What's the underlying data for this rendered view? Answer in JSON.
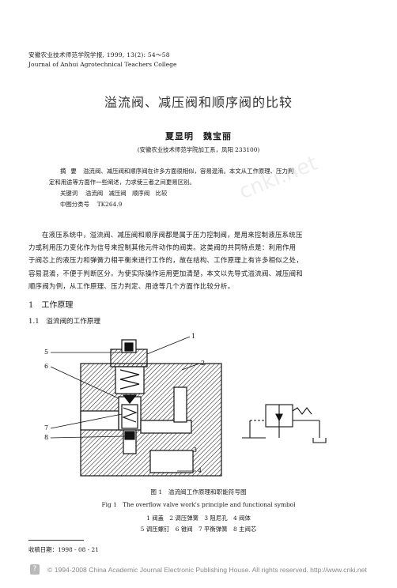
{
  "header": {
    "journal_cn": "安徽农业技术师范学院学报, 1999, 13(2): 54～58",
    "journal_en": "Journal of Anhui Agrotechnical Teachers College"
  },
  "title": "溢流阀、减压阀和顺序阀的比较",
  "authors": "夏显明　魏宝丽",
  "affiliation": "(安徽农业技术师范学院加工系，凤阳 233100)",
  "abstract": {
    "label": "摘要",
    "text_line1": "溢流阀、减压阀和顺序阀在许多方面很相似，容易混淆。本文从工作原理、压力判",
    "text_line2": "定和用途等方面作一些阐述，力求使三者之间更易区别。",
    "keywords_label": "关键词",
    "keywords": "溢流阀　减压阀　顺序阀　比较",
    "clc_label": "中图分类号",
    "clc": "TK264.9"
  },
  "body": [
    "在液压系统中，溢流阀、减压阀和顺序阀都是属于压力控制阀，是用来控制液压系统压",
    "力或利用压力变化作为信号来控制其他元件动作的阀类。这类阀的共同特点是：利用作用",
    "于阀芯上的液压力和弹簧力相平衡来进行工作的，故在结构、工作原理上有许多相似之处，",
    "容易混淆，不便于判断区分。为使实际操作运用更加清楚，本文以先导式溢流阀、减压阀和",
    "顺序阀为例，从工作原理、压力判定、用途等几个方面作比较分析。"
  ],
  "section1": "1　工作原理",
  "section11": "1.1　溢流阀的工作原理",
  "figure_labels": [
    "1",
    "2",
    "3",
    "4",
    "5",
    "6",
    "7",
    "8"
  ],
  "caption_cn": "图 1　溢流阀工作原理和职能符号图",
  "caption_en": "Fig 1　The overflow valve work's principle and functional symbol",
  "parts_line1": "1 阀盖　2 调压弹簧　3 阻尼孔　4 阀体",
  "parts_line2": "5 调压螺钉　6 锥阀　7 平衡弹簧　8 主阀芯",
  "received": "收稿日期：1998 - 08 - 21",
  "watermark": "cnki.net",
  "footer": {
    "logo": "?",
    "text": "© 1994-2008 China Academic Journal Electronic Publishing House. All rights reserved.    http://www.cnki.net"
  }
}
